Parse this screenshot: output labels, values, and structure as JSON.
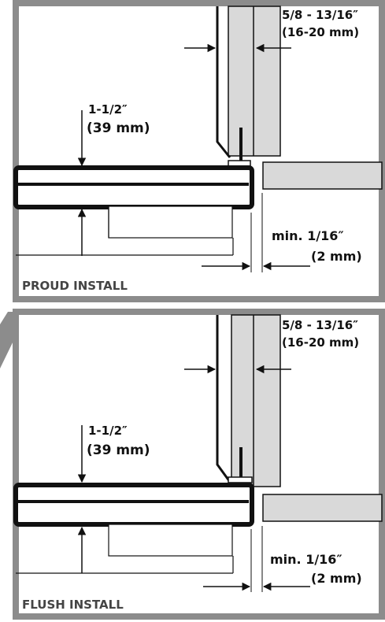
{
  "colors": {
    "frame": "#8c8c8c",
    "panel_background": "#ffffff",
    "line": "#111111",
    "cabinet_fill": "#d9d9d9",
    "caption_text": "#444444"
  },
  "panels": [
    {
      "id": "proud",
      "caption": "PROUD INSTALL",
      "top_gap_label": "5/8 - 13/16″",
      "top_gap_label_mm": "(16-20 mm)",
      "thickness_label": "1-1/2″",
      "thickness_label_mm": "(39 mm)",
      "min_gap_label": "min. 1/16″",
      "min_gap_label_mm": "(2 mm)"
    },
    {
      "id": "flush",
      "caption": "FLUSH INSTALL",
      "top_gap_label": "5/8 - 13/16″",
      "top_gap_label_mm": "(16-20 mm)",
      "thickness_label": "1-1/2″",
      "thickness_label_mm": "(39 mm)",
      "min_gap_label": "min. 1/16″",
      "min_gap_label_mm": "(2 mm)"
    }
  ]
}
